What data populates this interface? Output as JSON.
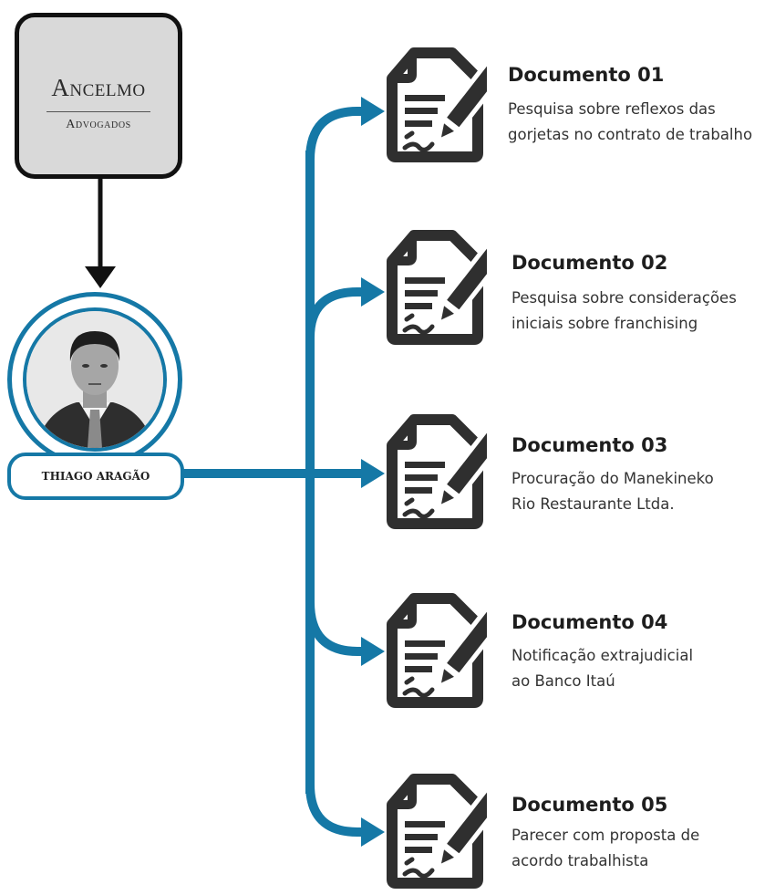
{
  "firm": {
    "name": "Ancelmo",
    "subtitle": "Advogados"
  },
  "person": {
    "name": "THIAGO ARAGÃO"
  },
  "colors": {
    "connector": "#1578a6",
    "dark": "#111111"
  },
  "documents": [
    {
      "title": "Documento 01",
      "line1": "Pesquisa sobre reflexos das",
      "line2": "gorjetas no contrato de trabalho",
      "icon": "document-signature-icon"
    },
    {
      "title": "Documento 02",
      "line1": "Pesquisa sobre considerações",
      "line2": "iniciais sobre franchising",
      "icon": "document-signature-icon"
    },
    {
      "title": "Documento 03",
      "line1": "Procuração do Manekineko",
      "line2": "Rio Restaurante Ltda.",
      "icon": "document-signature-icon"
    },
    {
      "title": "Documento 04",
      "line1": "Notificação extrajudicial",
      "line2": "ao Banco Itaú",
      "icon": "document-signature-icon"
    },
    {
      "title": "Documento 05",
      "line1": "Parecer com proposta de",
      "line2": "acordo trabalhista",
      "icon": "document-signature-icon"
    }
  ]
}
